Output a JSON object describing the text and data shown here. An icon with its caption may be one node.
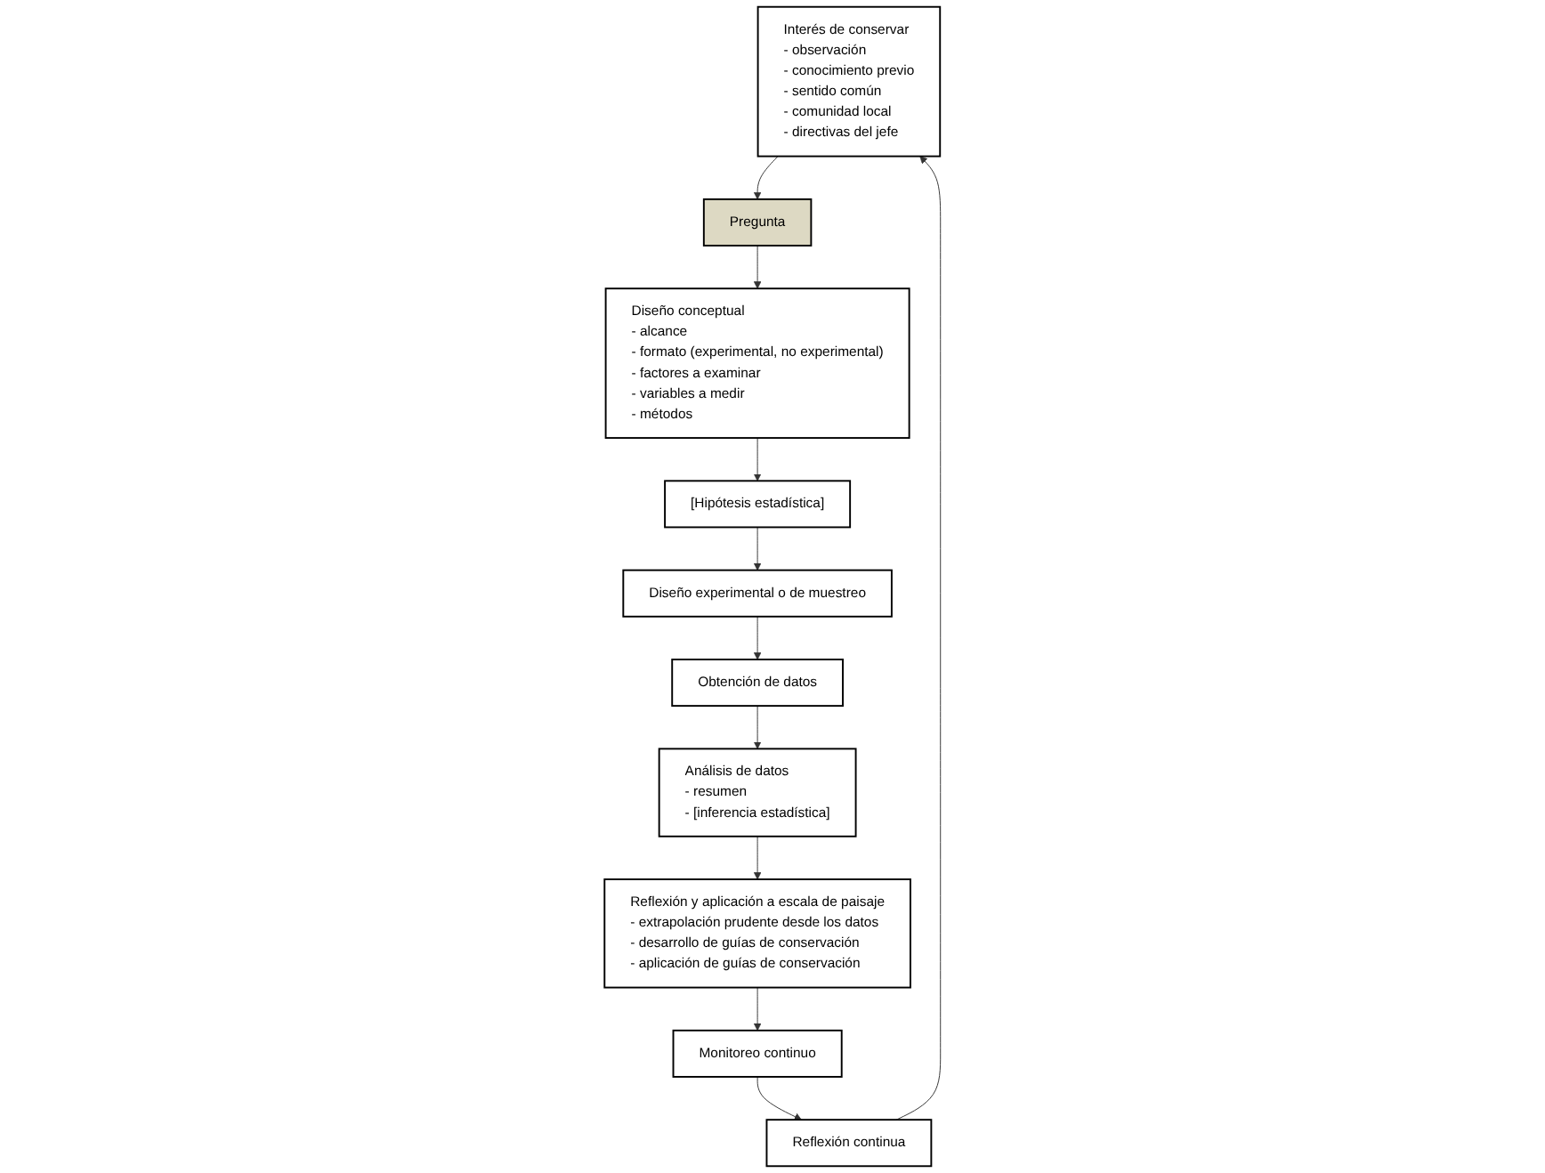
{
  "diagram": {
    "nodes": [
      {
        "text": [
          "Interés de conservar",
          "- observación",
          "- conocimiento previo",
          "- sentido común",
          "- comunidad local",
          "- directivas del jefe"
        ]
      },
      {
        "text": [
          "Pregunta"
        ]
      },
      {
        "text": [
          "Diseño conceptual",
          "- alcance",
          "- formato (experimental, no experimental)",
          "- factores a examinar",
          "- variables a medir",
          "- métodos"
        ]
      },
      {
        "text": [
          "[Hipótesis estadística]"
        ]
      },
      {
        "text": [
          "Diseño experimental o de muestreo"
        ]
      },
      {
        "text": [
          "Obtención de datos"
        ]
      },
      {
        "text": [
          "Análisis de datos",
          "- resumen",
          "- [inferencia estadística]"
        ]
      },
      {
        "text": [
          "Reflexión y aplicación a escala de paisaje",
          "- extrapolación prudente desde los datos",
          "- desarrollo de guías de conservación",
          "- aplicación de guías de conservación"
        ]
      },
      {
        "text": [
          "Monitoreo continuo"
        ]
      },
      {
        "text": [
          "Reflexión continua"
        ]
      }
    ],
    "edges": [
      {
        "from": 0,
        "to": 1,
        "arrow": "to"
      },
      {
        "from": 1,
        "to": 2,
        "arrow": "to"
      },
      {
        "from": 2,
        "to": 3,
        "arrow": "to"
      },
      {
        "from": 3,
        "to": 4,
        "arrow": "to"
      },
      {
        "from": 4,
        "to": 5,
        "arrow": "to"
      },
      {
        "from": 5,
        "to": 6,
        "arrow": "to"
      },
      {
        "from": 6,
        "to": 7,
        "arrow": "to"
      },
      {
        "from": 7,
        "to": 8,
        "arrow": "to"
      },
      {
        "from": 8,
        "to": 9,
        "arrow": "to"
      },
      {
        "from": 9,
        "to": 0,
        "arrow": "to"
      }
    ]
  }
}
